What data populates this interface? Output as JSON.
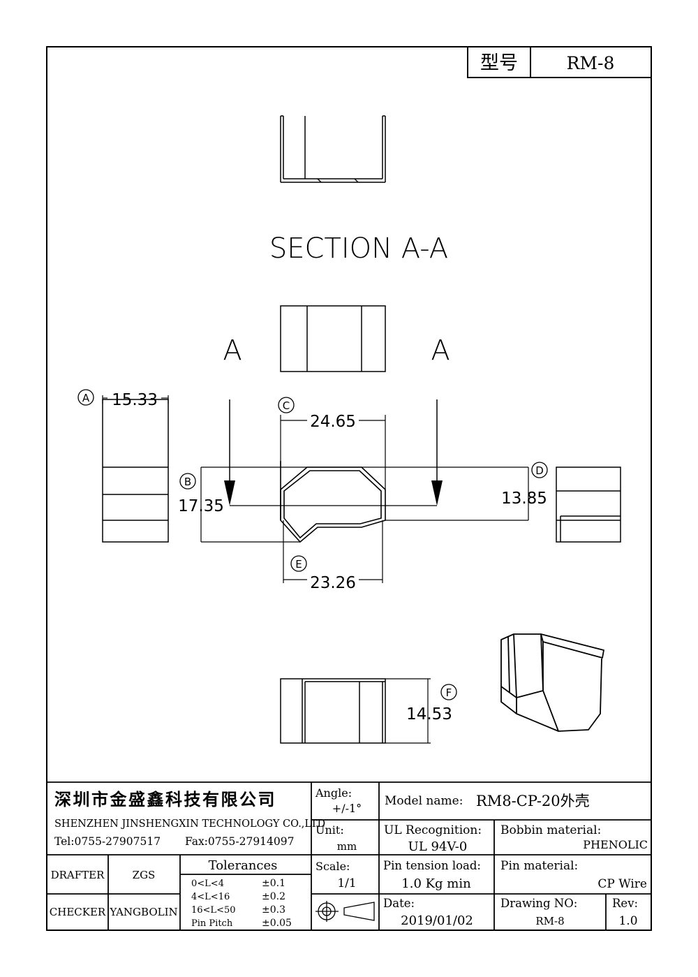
{
  "header": {
    "model_label": "型号",
    "model_value": "RM-8"
  },
  "section_title": "SECTION A-A",
  "section_markers": [
    "A",
    "A"
  ],
  "dimensions": {
    "A": {
      "marker": "A",
      "value": "15.33"
    },
    "B": {
      "marker": "B",
      "value": "17.35"
    },
    "C": {
      "marker": "C",
      "value": "24.65"
    },
    "D": {
      "marker": "D",
      "value": "13.85"
    },
    "E": {
      "marker": "E",
      "value": "23.26"
    },
    "F": {
      "marker": "F",
      "value": "14.53"
    }
  },
  "title_block": {
    "company_cn": "深圳市金盛鑫科技有限公司",
    "company_en": "SHENZHEN JINSHENGXIN TECHNOLOGY CO.,LTD",
    "tel": "Tel:0755-27907517",
    "fax": "Fax:0755-27914097",
    "drafter_label": "DRAFTER",
    "drafter_value": "ZGS",
    "checker_label": "CHECKER",
    "checker_value": "YANGBOLIN",
    "tolerances_title": "Tolerances",
    "tolerances": [
      {
        "range": "0<L<4",
        "value": "±0.1"
      },
      {
        "range": "4<L<16",
        "value": "±0.2"
      },
      {
        "range": "16<L<50",
        "value": "±0.3"
      },
      {
        "range": "Pin Pitch",
        "value": "±0.05"
      }
    ],
    "angle_label": "Angle:",
    "angle_value": "+/-1°",
    "unit_label": "Unit:",
    "unit_value": "mm",
    "scale_label": "Scale:",
    "scale_value": "1/1",
    "model_name_label": "Model name:",
    "model_name_value": "RM8-CP-20外壳",
    "ul_label": "UL Recognition:",
    "ul_value": "UL 94V-0",
    "bobbin_label": "Bobbin material:",
    "bobbin_value": "PHENOLIC",
    "pin_tension_label": "Pin tension load:",
    "pin_tension_value": "1.0 Kg min",
    "pin_material_label": "Pin material:",
    "pin_material_value": "CP Wire",
    "date_label": "Date:",
    "date_value": "2019/01/02",
    "drawing_no_label": "Drawing NO:",
    "drawing_no_value": "RM-8",
    "rev_label": "Rev:",
    "rev_value": "1.0"
  }
}
